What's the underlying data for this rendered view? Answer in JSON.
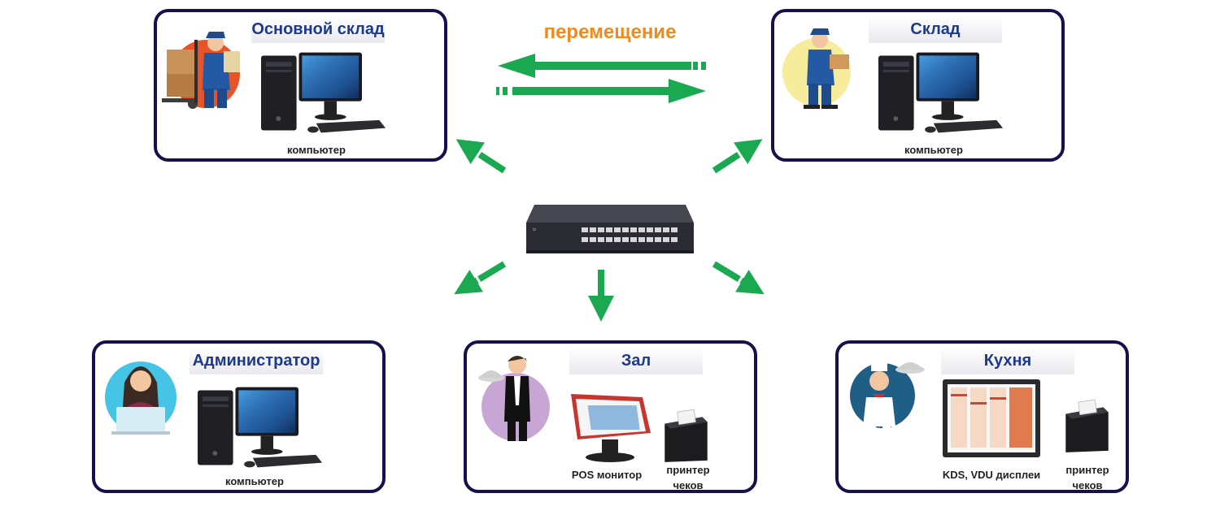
{
  "movement": {
    "label": "перемещение"
  },
  "nodes": {
    "main_warehouse": {
      "title": "Основной склад",
      "device_label": "компьютер"
    },
    "warehouse": {
      "title": "Склад",
      "device_label": "компьютер"
    },
    "administrator": {
      "title": "Администратор",
      "device_label": "компьютер"
    },
    "hall": {
      "title": "Зал",
      "device_label": "POS монитор",
      "printer_label_1": "принтер",
      "printer_label_2": "чеков"
    },
    "kitchen": {
      "title": "Кухня",
      "device_label": "KDS, VDU дисплеи",
      "printer_label_1": "принтер",
      "printer_label_2": "чеков"
    }
  },
  "colors": {
    "border": "#15114a",
    "title": "#1d3a8a",
    "arrow": "#1aa851",
    "movement": "#f08a1c"
  },
  "icons": [
    "warehouse-worker-icon",
    "delivery-worker-icon",
    "network-switch-icon",
    "desktop-computer-icon",
    "admin-woman-icon",
    "waiter-icon",
    "pos-monitor-icon",
    "receipt-printer-icon",
    "chef-icon",
    "kds-display-icon"
  ]
}
